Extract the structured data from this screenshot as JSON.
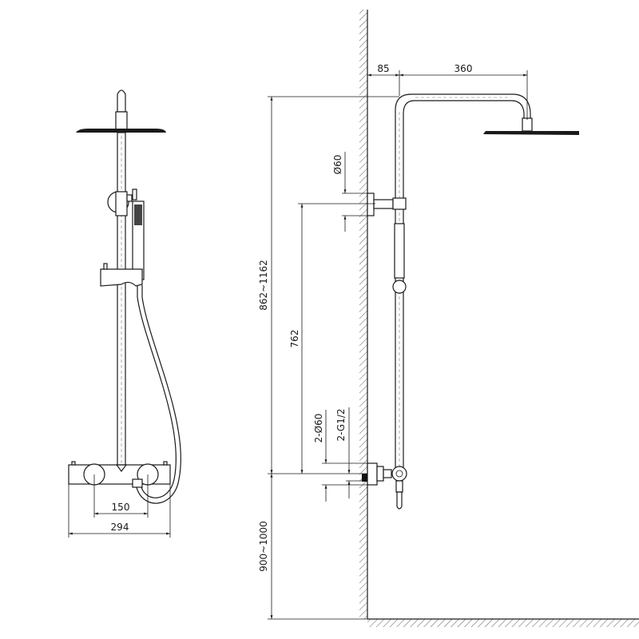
{
  "front_view": {
    "dimensions": {
      "valve_spacing": "150",
      "overall_width": "294"
    }
  },
  "side_view": {
    "dimensions": {
      "wall_offset": "85",
      "arm_reach": "360",
      "bracket_diameter": "Ø60",
      "total_height": "862~1162",
      "bracket_height": "762",
      "inlet_cover_diameter": "2-Ø60",
      "inlet_thread": "2-G1/2",
      "mounting_height": "900~1000"
    }
  },
  "colors": {
    "line": "#1a1a1a",
    "background": "#ffffff"
  }
}
